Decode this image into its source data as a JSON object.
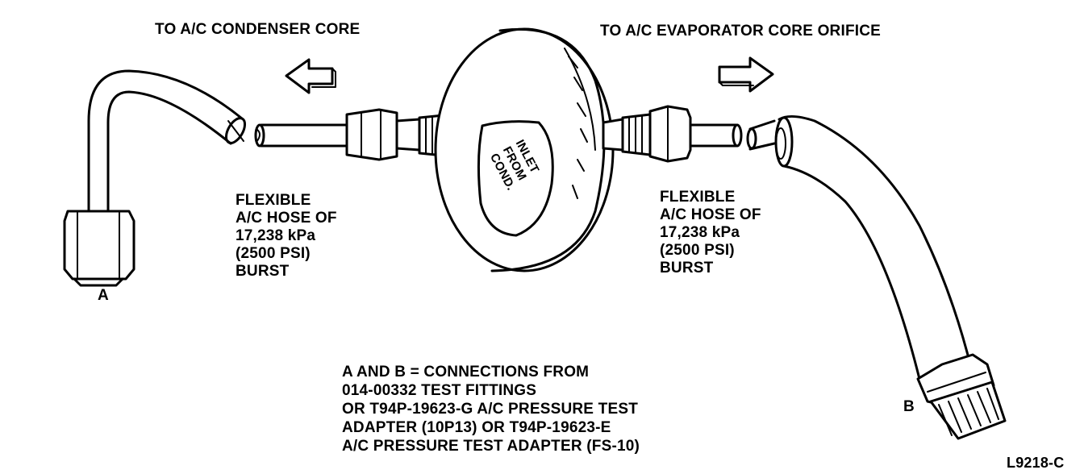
{
  "labels": {
    "to_condenser": "TO A/C CONDENSER CORE",
    "to_evaporator": "TO A/C EVAPORATOR CORE ORIFICE",
    "inlet": [
      "INLET",
      "FROM",
      "COND."
    ],
    "hose_left": [
      "FLEXIBLE",
      "A/C HOSE OF",
      "17,238 kPa",
      "(2500 PSI)",
      "BURST"
    ],
    "hose_right": [
      "FLEXIBLE",
      "A/C HOSE OF",
      "17,238 kPa",
      "(2500 PSI)",
      "BURST"
    ],
    "connection_a": "A",
    "connection_b": "B",
    "note": [
      "A AND B = CONNECTIONS FROM",
      "014-00332 TEST FITTINGS",
      "OR T94P-19623-G A/C PRESSURE TEST",
      "ADAPTER (10P13) OR T94P-19623-E",
      "A/C PRESSURE TEST ADAPTER (FS-10)"
    ],
    "figure_id": "L9218-C"
  },
  "colors": {
    "ink": "#000000",
    "paper": "#ffffff"
  }
}
